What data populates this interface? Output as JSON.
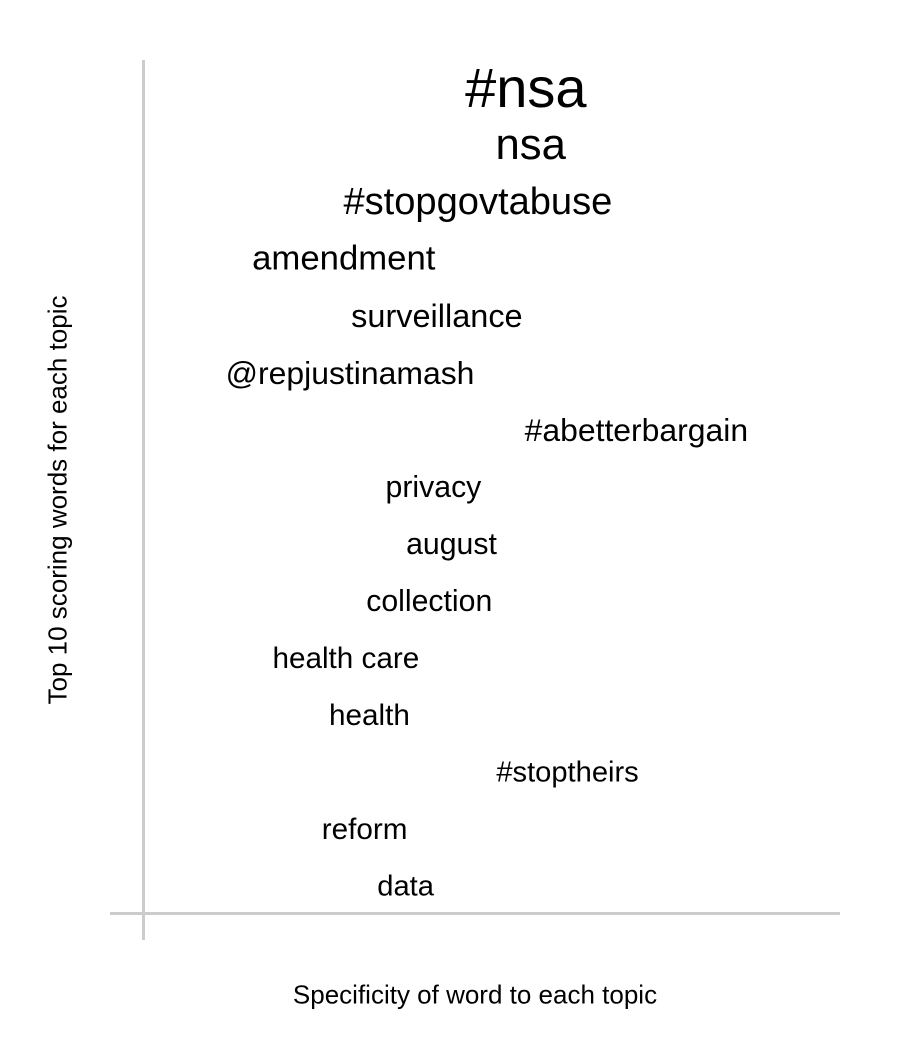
{
  "chart_data": {
    "type": "scatter",
    "title": "",
    "xlabel": "Specificity of word to each topic",
    "ylabel": "Top 10 scoring words for each topic",
    "grid": false,
    "legend": "none",
    "colors": {
      "text": "#000000",
      "axis": "#cccccc"
    },
    "words": [
      {
        "label": "#nsa",
        "specificity": 0.548,
        "rank": 1,
        "weight": 1.0
      },
      {
        "label": "nsa",
        "specificity": 0.555,
        "rank": 2,
        "weight": 0.78
      },
      {
        "label": "#stopgovtabuse",
        "specificity": 0.479,
        "rank": 3,
        "weight": 0.68
      },
      {
        "label": "amendment",
        "specificity": 0.286,
        "rank": 4,
        "weight": 0.62
      },
      {
        "label": "surveillance",
        "specificity": 0.42,
        "rank": 5,
        "weight": 0.58
      },
      {
        "label": "@repjustinamash",
        "specificity": 0.295,
        "rank": 6,
        "weight": 0.57
      },
      {
        "label": "#abetterbargain",
        "specificity": 0.707,
        "rank": 7,
        "weight": 0.57
      },
      {
        "label": "privacy",
        "specificity": 0.415,
        "rank": 8,
        "weight": 0.54
      },
      {
        "label": "august",
        "specificity": 0.441,
        "rank": 9,
        "weight": 0.54
      },
      {
        "label": "collection",
        "specificity": 0.409,
        "rank": 10,
        "weight": 0.54
      },
      {
        "label": "health care",
        "specificity": 0.289,
        "rank": 11,
        "weight": 0.53
      },
      {
        "label": "health",
        "specificity": 0.323,
        "rank": 12,
        "weight": 0.53
      },
      {
        "label": "#stoptheirs",
        "specificity": 0.608,
        "rank": 13,
        "weight": 0.52
      },
      {
        "label": "reform",
        "specificity": 0.316,
        "rank": 14,
        "weight": 0.53
      },
      {
        "label": "data",
        "specificity": 0.375,
        "rank": 15,
        "weight": 0.52
      }
    ]
  }
}
